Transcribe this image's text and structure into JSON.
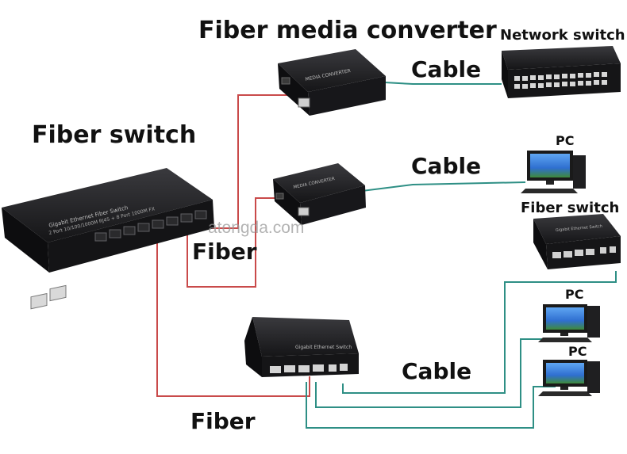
{
  "labels": {
    "media_converter_title": "Fiber media converter",
    "network_switch": "Network switch",
    "fiber_switch_main": "Fiber switch",
    "fiber_switch_small": "Fiber switch",
    "pc_top": "PC",
    "pc_middle": "PC",
    "pc_bottom": "PC",
    "cable_top": "Cable",
    "cable_middle": "Cable",
    "cable_bottom": "Cable",
    "fiber_upper": "Fiber",
    "fiber_lower": "Fiber"
  },
  "device_print": {
    "main_switch_face": "Gigabit Ethernet Fiber Switch",
    "main_switch_spec": "2 Port 10/100/1000M RJ45 + 8 Port 1000M FX",
    "converter_face": "MEDIA CONVERTER",
    "ethernet_switch_face": "Gigabit Ethernet Switch"
  },
  "watermark": "atongda.com",
  "colors": {
    "fiber_line": "#c94a4a",
    "cable_line": "#2e8f85",
    "device_body": "#1b1b1d",
    "screen_blue": "#2f6fd0"
  }
}
